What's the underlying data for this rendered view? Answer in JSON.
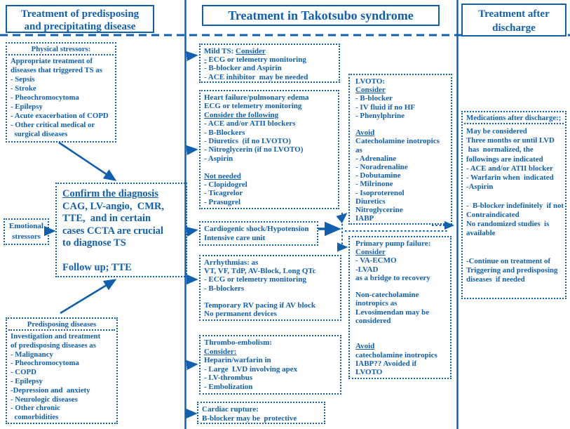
{
  "accent_color": "#1060af",
  "headers": {
    "left": {
      "line1": "Treatment of predisposing",
      "line2": "and precipitating disease"
    },
    "middle": {
      "line1": "Treatment in Takotsubo syndrome"
    },
    "right": {
      "line1": "Treatment after",
      "line2": "discharge"
    }
  },
  "boxes": {
    "physical": {
      "title": "Physical stressors:",
      "lines": [
        "Appropriate treatment of",
        "diseases that triggered TS as",
        "- Sepsis",
        "- Stroke",
        "- Pheochromocytoma",
        "- Epilepsy",
        "- Acute exacerbation of COPD",
        "- Other critical medical or",
        "  surgical diseases"
      ]
    },
    "emotional": {
      "line1": "Emotional",
      "line2": "stressors"
    },
    "confirm": {
      "lines": [
        [
          [
            "Confirm the diagnosis",
            1
          ]
        ],
        "CAG, LV-angio,  CMR,",
        "TTE,  and in certain",
        "cases CCTA are crucial",
        "to diagnose TS",
        "",
        "Follow up; TTE"
      ]
    },
    "predisposing": {
      "title": "Predisposing  diseases",
      "lines": [
        "Investigation and treatment",
        "of predisposing diseases as",
        "- Malignancy",
        "- Pheochromocytoma",
        "- COPD",
        "- Epilepsy",
        "-Depression and  anxiety",
        "- Neurologic diseases",
        "- Other chronic",
        "  comorbidities"
      ]
    },
    "mild_ts": {
      "lines": [
        [
          [
            "Mild TS: ",
            0
          ],
          [
            "Consider",
            1
          ]
        ],
        [
          [
            "-",
            1
          ],
          [
            " ECG or telemetry monitoring",
            0
          ]
        ],
        "- B-blocker and Aspirin",
        "- ACE inhibitor  may be needed"
      ]
    },
    "heart_failure": {
      "lines": [
        "Heart failure/pulmonary edema",
        "ECG or telemetry monitoring",
        [
          [
            "Consider the following",
            1
          ]
        ],
        "- ACE and/or ATII blockers",
        "- B-Blockers",
        "- Diuretics  (if no LVOTO)",
        "- Nitroglycerin (if no LVOTO)",
        "- Aspirin",
        "",
        [
          [
            "Not needed",
            1
          ]
        ],
        "- Clopidogrel",
        "- Ticagrelor",
        "- Prasugrel"
      ]
    },
    "cardiogenic_shock": {
      "lines": [
        "Cardiogenic shock/Hypotension",
        "Intensive care unit"
      ]
    },
    "arrhythmias": {
      "lines": [
        "Arrhythmias: as",
        "VT, VF, TdP, AV-Block, Long QTc",
        "- ECG or telemetry monitoring",
        "- B-blockers",
        "",
        "Temporary RV pacing if AV block",
        "No permanent devices"
      ]
    },
    "thromboembolism": {
      "lines": [
        "Thrombo-embolism:",
        [
          [
            "Consider:",
            1
          ]
        ],
        "Heparin/warfarin in",
        "- Large  LVD involving apex",
        "- LV-thrombus",
        "- Embolization"
      ]
    },
    "cardiac_rupture": {
      "lines": [
        "Cardiac rupture:",
        "B-blocker may be  protective"
      ]
    },
    "lvoto": {
      "lines": [
        "LVOTO:",
        [
          [
            "Consider",
            1
          ]
        ],
        "- B-blocker",
        "- IV fluid if no HF",
        "- Phenylphrine",
        "",
        [
          [
            "Avoid",
            1
          ]
        ],
        "Catecholamine inotropics",
        "as",
        "- Adrenaline",
        "- Noradrenaline",
        "- Dobutamine",
        "- Milrinone",
        "- Isoproterenol",
        "Diuretics",
        "Nitroglycerine",
        "IABP"
      ]
    },
    "pump_failure": {
      "lines": [
        "Primary pump failure:",
        [
          [
            "Consider",
            1
          ]
        ],
        "- VA-ECMO",
        "-LVAD",
        "as a bridge to recovery",
        "",
        "Non-catecholamine",
        "inotropics as",
        "Levosimendan may be",
        "considered",
        "",
        "",
        [
          [
            "Avoid",
            1
          ]
        ],
        "catecholamine inotropics",
        "IABP?? Avoided if",
        "LVOTO"
      ]
    },
    "medications": {
      "title": "Medications after discharge:;",
      "lines": [
        "May be considered",
        "Three months or until LVD",
        " has  normalized, the",
        "followings are indicated",
        "- ACE and/or ATII blocker",
        "- Warfarin when  indicated",
        "-Aspirin",
        "",
        "-  B-blocker indefinitely  if not",
        "Contraindicated",
        "No randomized studies  is",
        "available",
        "",
        "",
        "-Continue on treatment of",
        "Triggering and predisposing",
        "diseases  if needed"
      ]
    }
  }
}
